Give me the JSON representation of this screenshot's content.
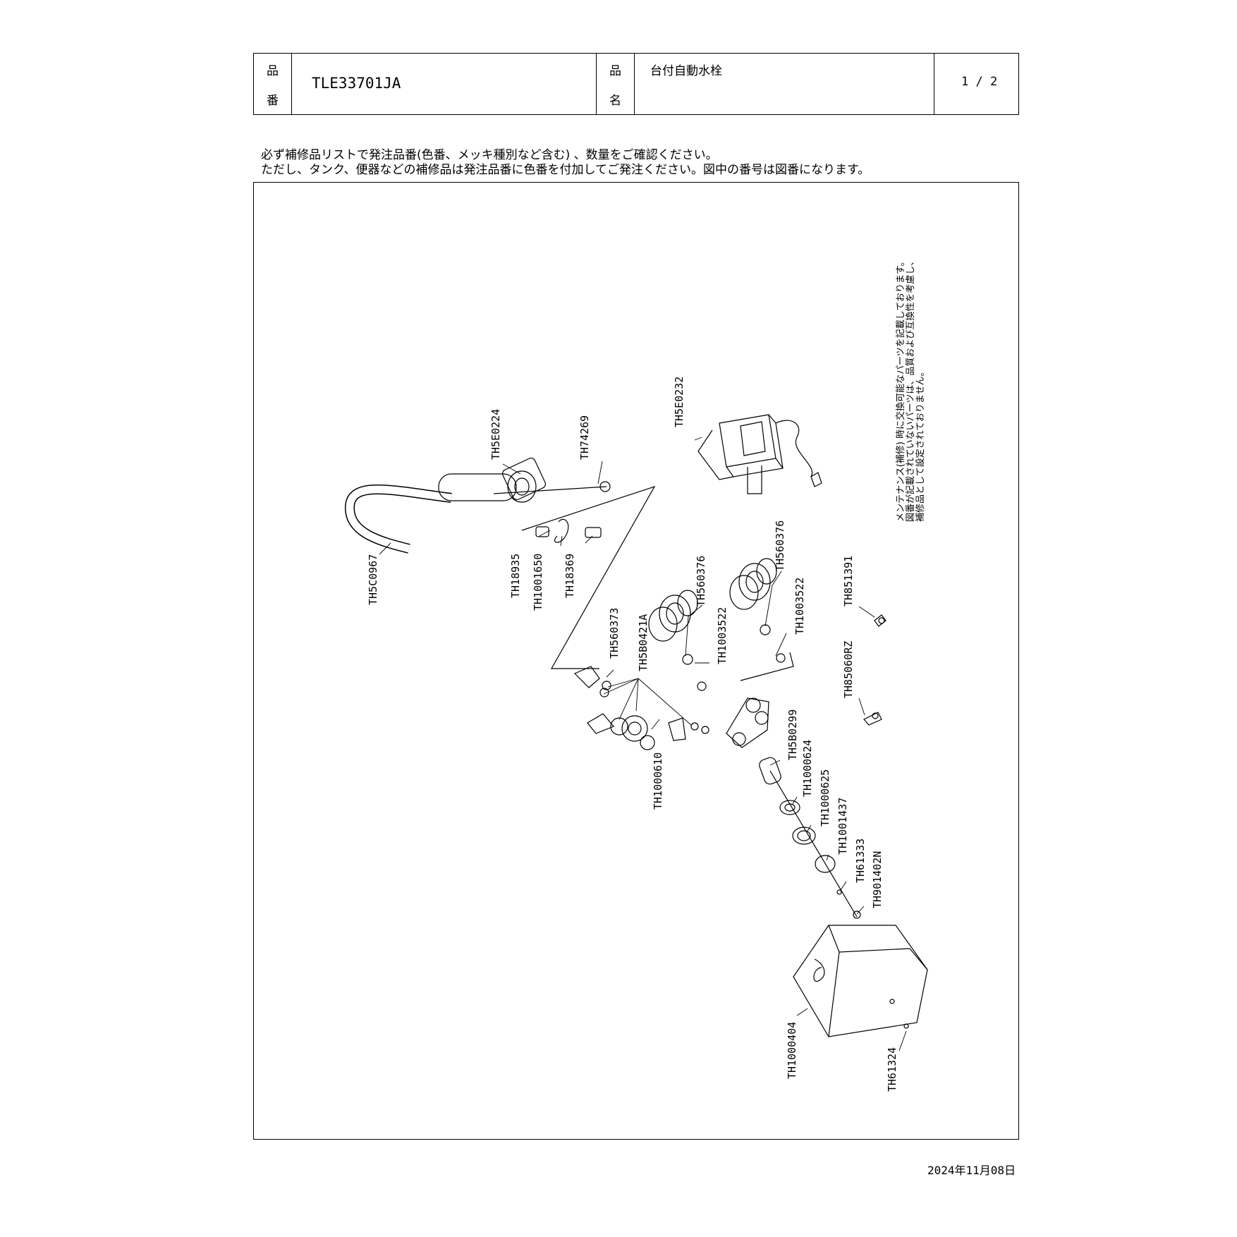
{
  "header": {
    "label_hinban_1": "品",
    "label_hinban_2": "番",
    "part_number": "TLE33701JA",
    "label_hinmei_1": "品",
    "label_hinmei_2": "名",
    "product_name": "台付自動水栓",
    "page": "1 / 2"
  },
  "notice": {
    "line1": "必ず補修品リストで発注品番(色番、メッキ種別など含む) 、数量をご確認ください。",
    "line2": "ただし、タンク、便器などの補修品は発注品番に色番を付加してご発注ください。図中の番号は図番になります。"
  },
  "maintenance_note": {
    "line1": "メンテナンス(補修) 時に交換可能なパーツを記載しております。",
    "line2": "図番が記載されていないパーツは、品質および互換性を考慮し、",
    "line3": "補修品として設定されておりません。"
  },
  "parts": {
    "p1": "TH5C0967",
    "p2": "TH5E0224",
    "p3": "TH74269",
    "p4": "TH18935",
    "p5": "TH1001650",
    "p6": "TH18369",
    "p7": "TH5E0232",
    "p8": "TH560373",
    "p9": "TH5B0421A",
    "p10": "TH1000610",
    "p11": "TH560376",
    "p12": "TH1003522",
    "p13": "TH560376",
    "p14": "TH1003522",
    "p15": "TH851391",
    "p16": "TH85060RZ",
    "p17": "TH5B0299",
    "p18": "TH1000624",
    "p19": "TH1000625",
    "p20": "TH1001437",
    "p21": "TH61333",
    "p22": "TH901402N",
    "p23": "TH1000404",
    "p24": "TH61324"
  },
  "footer": {
    "date": "2024年11月08日"
  }
}
